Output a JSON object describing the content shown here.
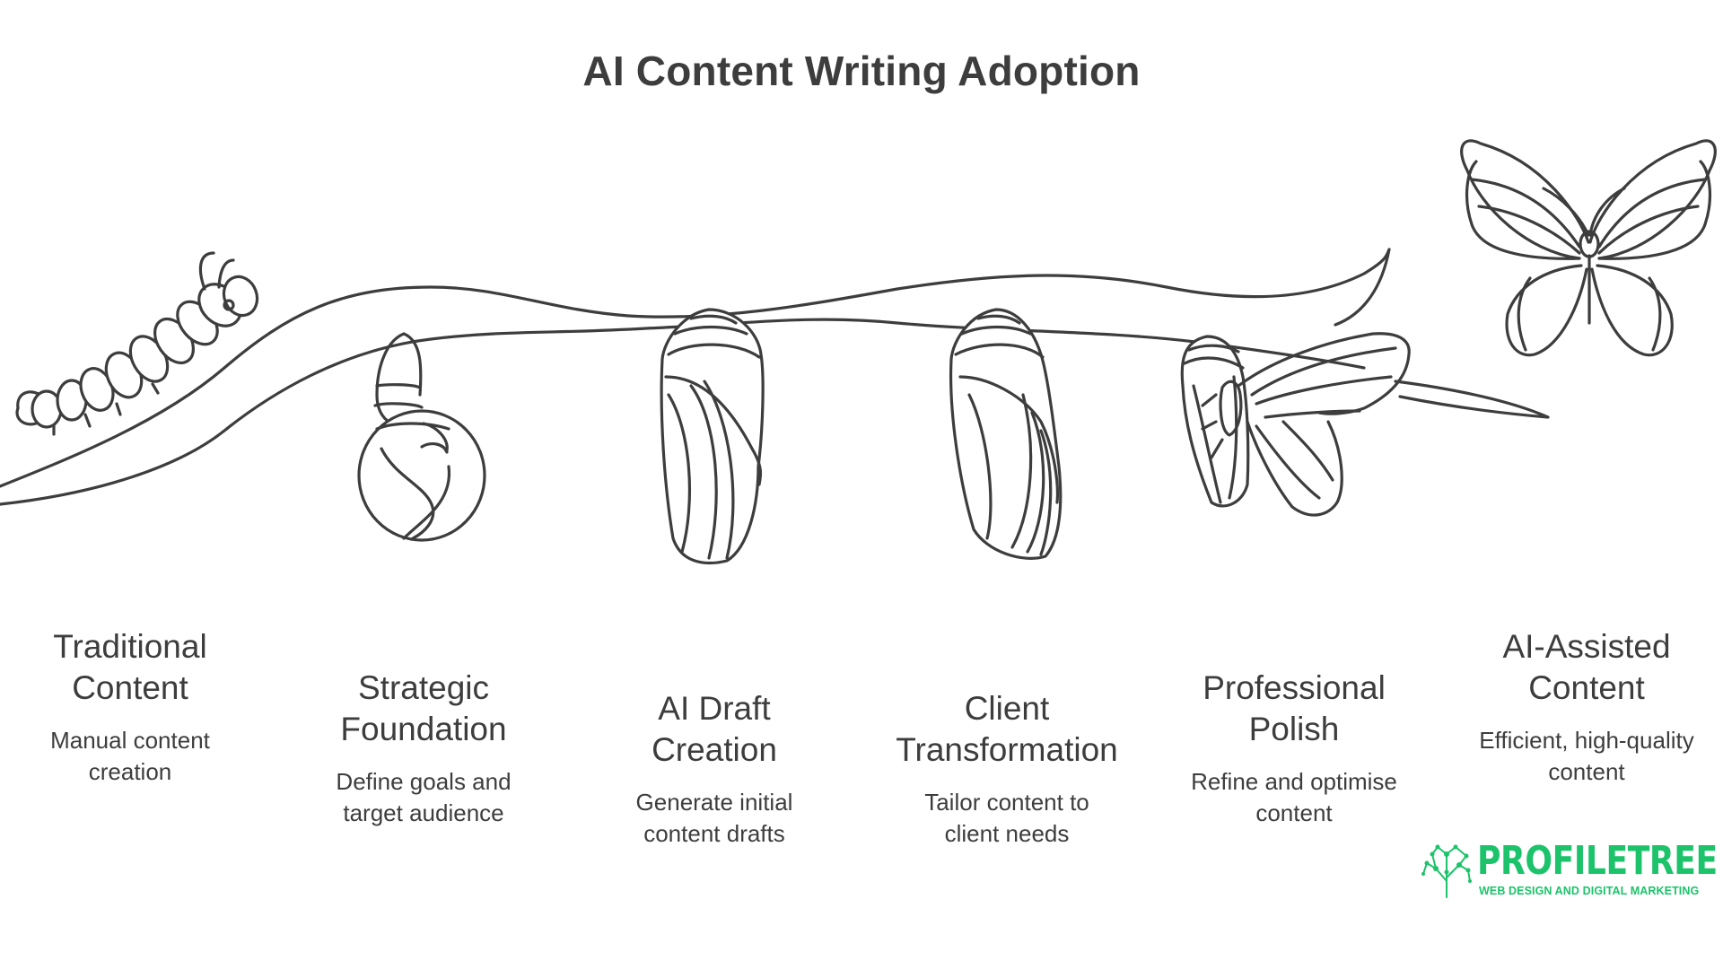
{
  "title": "AI Content Writing Adoption",
  "stages": [
    {
      "title_line1": "Traditional",
      "title_line2": "Content",
      "desc_line1": "Manual content",
      "desc_line2": "creation"
    },
    {
      "title_line1": "Strategic",
      "title_line2": "Foundation",
      "desc_line1": "Define goals and",
      "desc_line2": "target audience"
    },
    {
      "title_line1": "AI Draft",
      "title_line2": "Creation",
      "desc_line1": "Generate initial",
      "desc_line2": "content drafts"
    },
    {
      "title_line1": "Client",
      "title_line2": "Transformation",
      "desc_line1": "Tailor content to",
      "desc_line2": "client needs"
    },
    {
      "title_line1": "Professional",
      "title_line2": "Polish",
      "desc_line1": "Refine and optimise",
      "desc_line2": "content"
    },
    {
      "title_line1": "AI-Assisted",
      "title_line2": "Content",
      "desc_line1": "Efficient, high-quality",
      "desc_line2": "content"
    }
  ],
  "logo": {
    "name": "PROFILETREE",
    "tagline": "WEB DESIGN AND DIGITAL MARKETING",
    "color": "#1cc36a"
  },
  "colors": {
    "line": "#3d3d3d",
    "text": "#3d3d3d",
    "background": "#ffffff"
  }
}
